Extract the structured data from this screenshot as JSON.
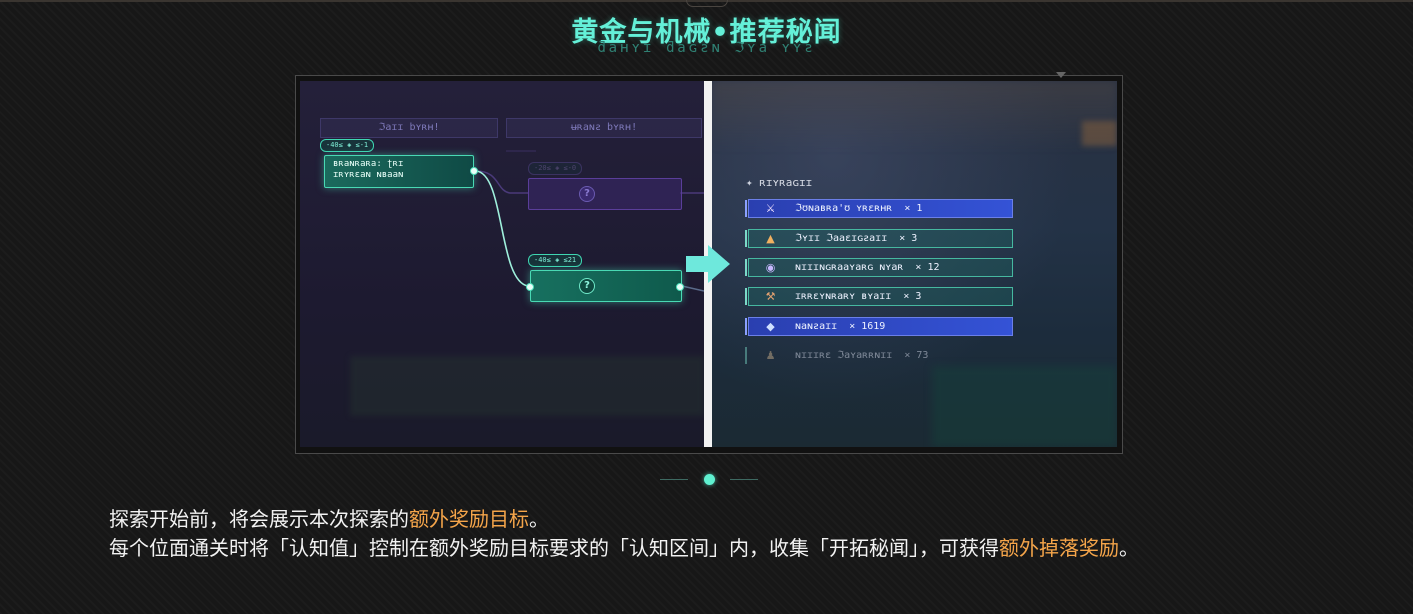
{
  "title": "黄金与机械•推荐秘闻",
  "subtitle": "ƌaʜʏɪ ƌaɢƨɴ ℑʏa ʏʏƨ",
  "left_panel": {
    "column_1": "ℑaɪɪ bʏʀʜ!",
    "column_2": "ʉʀaɴƨ bʏʀʜ!",
    "tag_1": "-40≤ ◈ ≤-1",
    "tag_2": "-40≤ ◈ ≤21",
    "tag_3": "-20≤ ◈ ≤-0",
    "node_1_line1": "ʙʀaɴʀaʀa: ʈʀɪ",
    "node_1_line2": "ɪʀʏʀɛaɴ ɴʙaaɴ",
    "question": "?"
  },
  "right_panel": {
    "header": "ʀɪʏʀaɢɪɪ",
    "rewards": [
      {
        "name": "ℑʊɴaʙʀa'ʊ ʏʀɛʀʜʀ",
        "qty": "× 1",
        "icon": "sword-icon",
        "style": "blue"
      },
      {
        "name": "ℑʏɪɪ ℑaaɛɪɢƨaɪɪ",
        "qty": "× 3",
        "icon": "pyramid-icon",
        "style": "teal"
      },
      {
        "name": "ɴɪɪɪɴɢʀaaʏaʀɢ ɴʏaʀ",
        "qty": "× 12",
        "icon": "orb-icon",
        "style": "teal"
      },
      {
        "name": "ɪʀʀɛʏɴʀaʀʏ ʙʏaɪɪ",
        "qty": "× 3",
        "icon": "hammer-icon",
        "style": "teal"
      },
      {
        "name": "ɴaɴƨaɪɪ",
        "qty": "× 1619",
        "icon": "crystal-icon",
        "style": "blue"
      },
      {
        "name": "ɴɪɪɪʀɛ ℑaʏaʀʀɴɪɪ",
        "qty": "× 73",
        "icon": "figure-icon",
        "style": "fade"
      }
    ]
  },
  "description": {
    "line1_a": "探索开始前，将会展示本次探索的",
    "line1_hl": "额外奖励目标",
    "line1_b": "。",
    "line2_a": "每个位面通关时将「认知值」控制在额外奖励目标要求的「认知区间」内，收集「开拓秘闻」，可获得",
    "line2_hl": "额外掉落奖励",
    "line2_b": "。"
  },
  "colors": {
    "accent": "#64f0d8",
    "highlight": "#f5a54a",
    "text": "#f2f2f2"
  }
}
